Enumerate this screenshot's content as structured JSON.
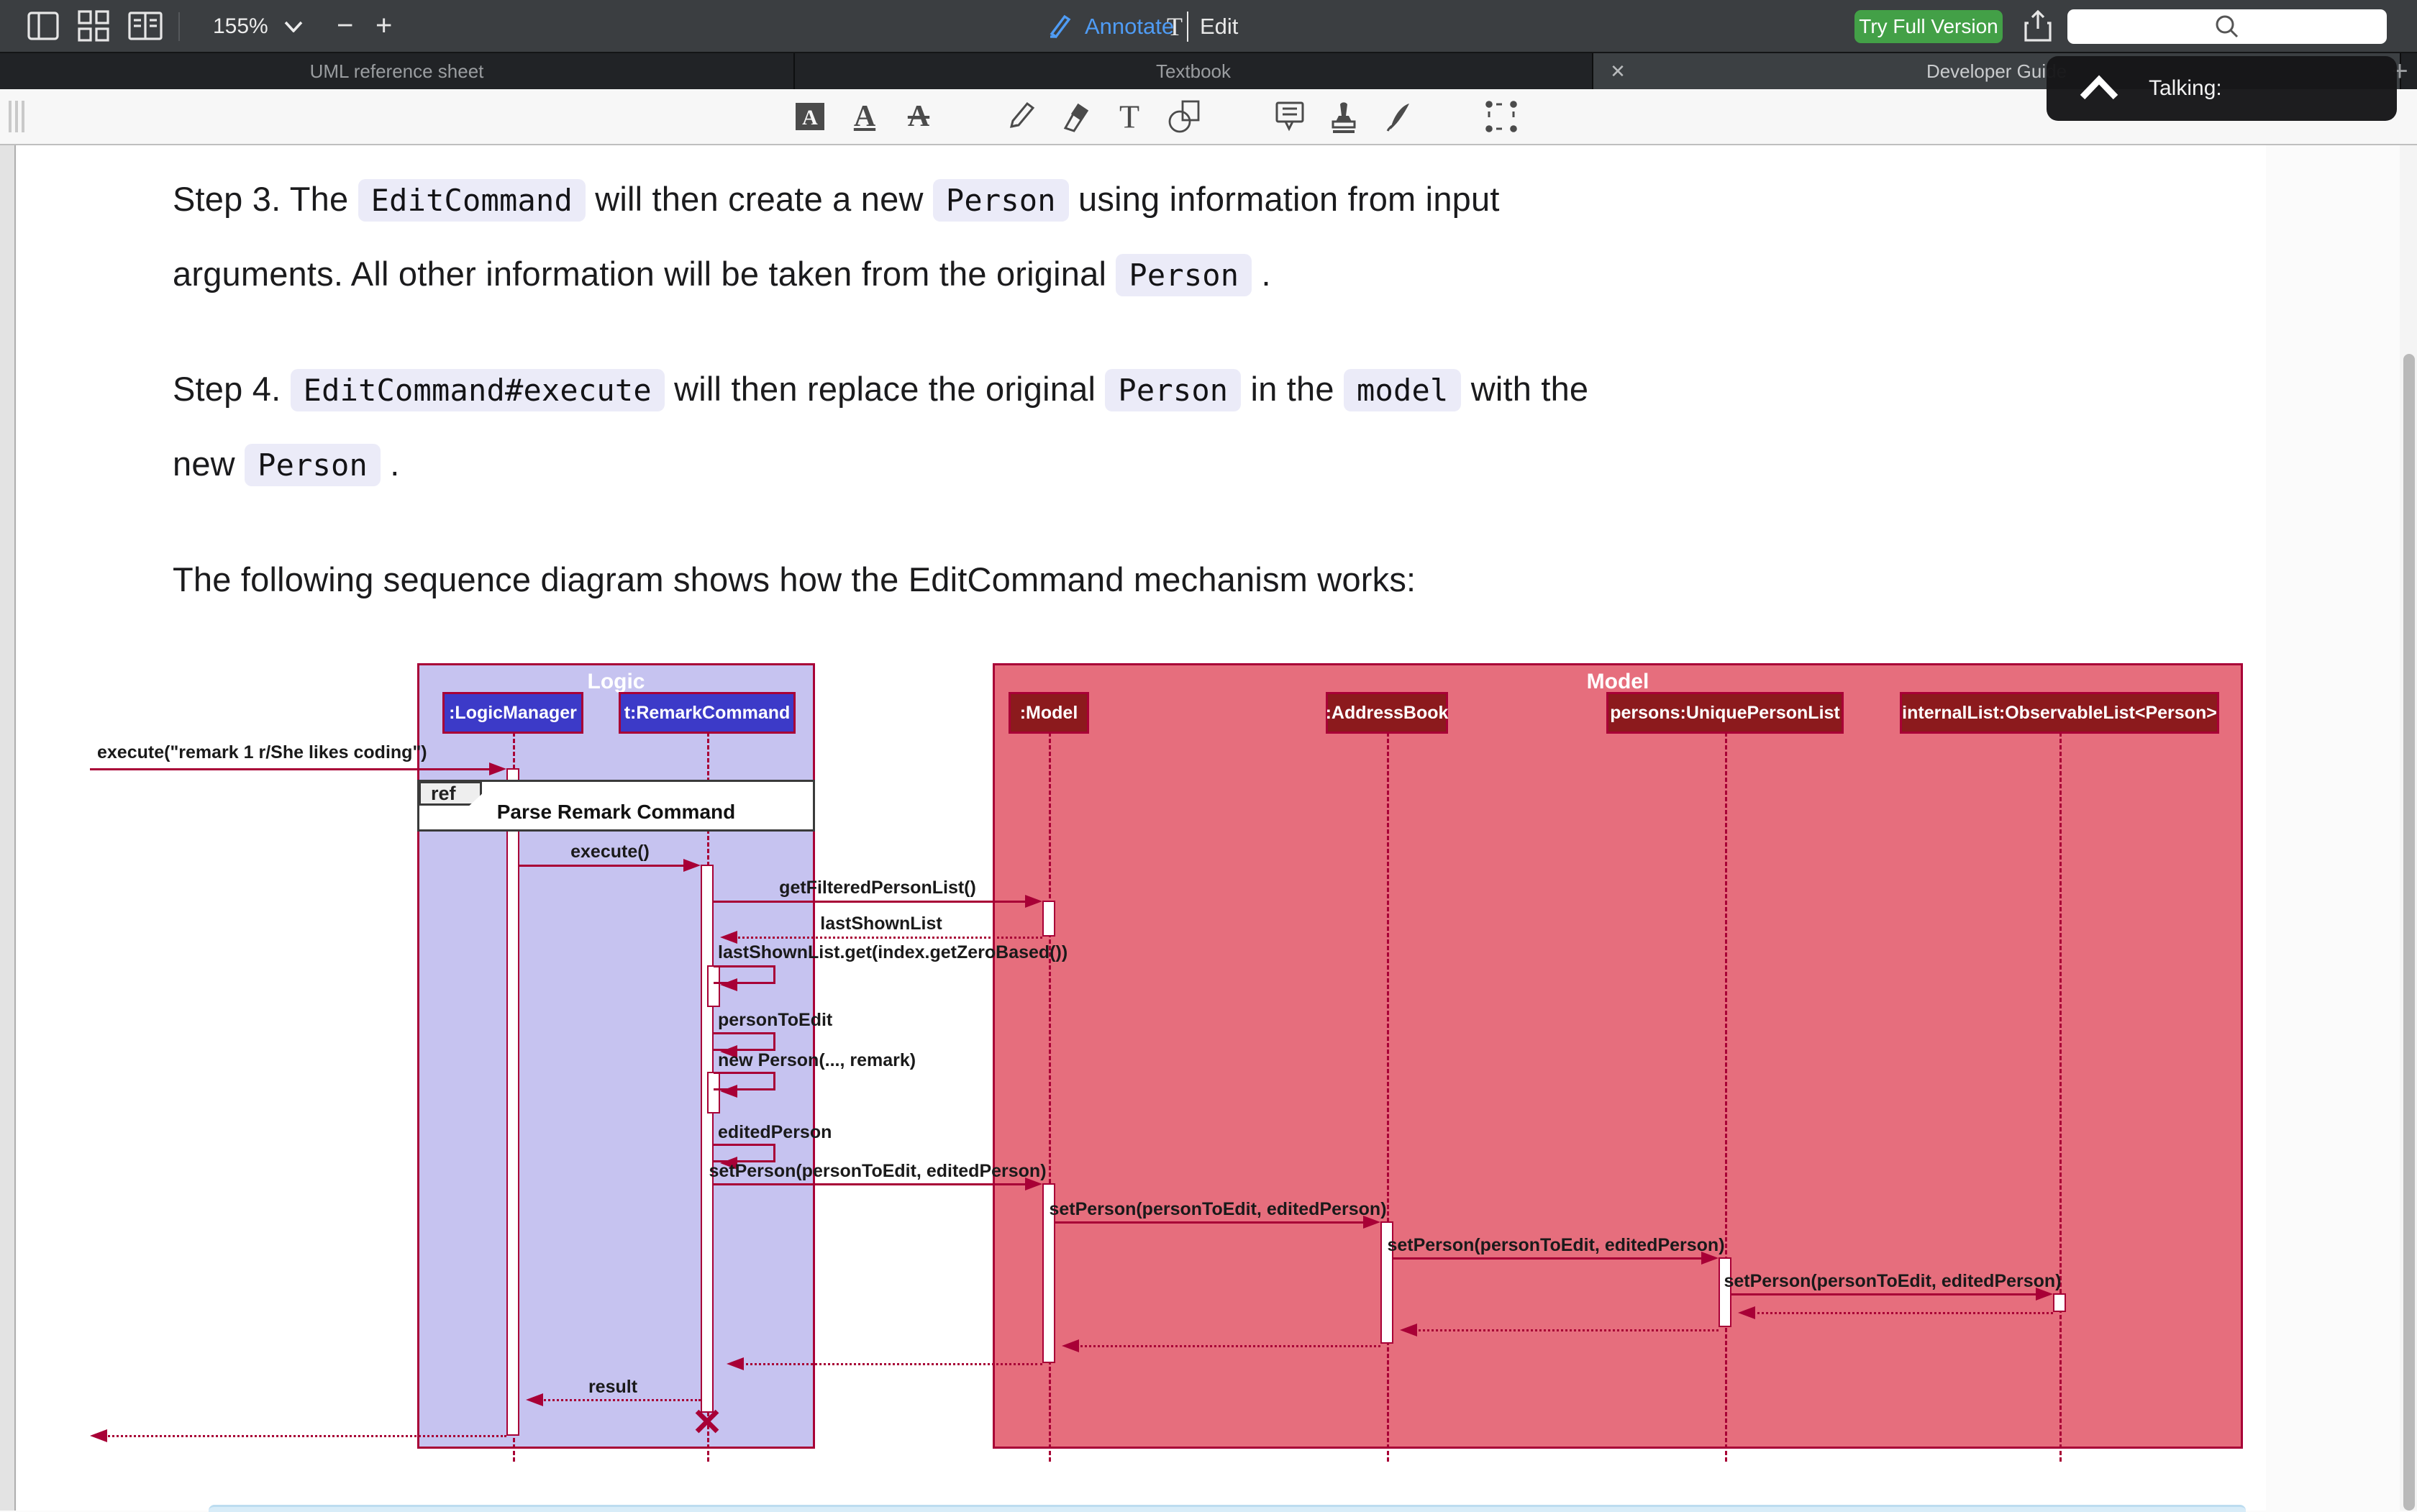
{
  "toolbar": {
    "zoom_level": "155%",
    "annotate_label": "Annotate",
    "edit_label": "Edit",
    "edit_glyph": "T",
    "try_full_version_label": "Try Full Version",
    "minus_glyph": "−",
    "plus_glyph": "+"
  },
  "tabs": [
    {
      "label": "UML reference sheet",
      "active": false
    },
    {
      "label": "Textbook",
      "active": false
    },
    {
      "label": "Developer Guide",
      "active": true
    }
  ],
  "tab_bar": {
    "close_glyph": "✕",
    "new_tab_glyph": "+"
  },
  "overlay": {
    "label": "Talking:"
  },
  "annotation_tools": [
    "highlight-text",
    "underline-text",
    "strikethrough-text",
    "pencil",
    "eraser",
    "text-box",
    "shapes",
    "note-comment",
    "stamp",
    "signature-pen",
    "selection"
  ],
  "document": {
    "paragraphs": [
      {
        "segments": [
          {
            "t": "text",
            "v": "Step 3. The "
          },
          {
            "t": "code",
            "v": "EditCommand"
          },
          {
            "t": "text",
            "v": " will then create a new "
          },
          {
            "t": "code",
            "v": "Person"
          },
          {
            "t": "text",
            "v": " using information from input"
          },
          {
            "t": "br"
          },
          {
            "t": "text",
            "v": "arguments. All other information will be taken from the original "
          },
          {
            "t": "code",
            "v": "Person"
          },
          {
            "t": "text",
            "v": " ."
          }
        ]
      },
      {
        "segments": [
          {
            "t": "text",
            "v": "Step 4. "
          },
          {
            "t": "code",
            "v": "EditCommand#execute"
          },
          {
            "t": "text",
            "v": " will then replace the original "
          },
          {
            "t": "code",
            "v": "Person"
          },
          {
            "t": "text",
            "v": " in the "
          },
          {
            "t": "code",
            "v": "model"
          },
          {
            "t": "text",
            "v": " with the"
          },
          {
            "t": "br"
          },
          {
            "t": "text",
            "v": "new "
          },
          {
            "t": "code",
            "v": "Person"
          },
          {
            "t": "text",
            "v": " ."
          }
        ]
      },
      {
        "segments": [
          {
            "t": "text",
            "v": "The following sequence diagram shows how the EditCommand mechanism works:"
          }
        ]
      }
    ]
  },
  "diagram": {
    "frames": [
      {
        "name": "Logic"
      },
      {
        "name": "Model"
      }
    ],
    "actors": [
      ":LogicManager",
      "t:RemarkCommand",
      ":Model",
      ":AddressBook",
      "persons:UniquePersonList",
      "internalList:ObservableList<Person>"
    ],
    "messages": {
      "user_execute": "execute(\"remark 1 r/She likes coding\")",
      "ref_keyword": "ref",
      "ref_title": "Parse Remark Command",
      "execute_self": "execute()",
      "get_filtered_person_list": "getFilteredPersonList()",
      "last_shown_list": "lastShownList",
      "last_shown_get": "lastShownList.get(index.getZeroBased())",
      "person_to_edit": "personToEdit",
      "new_person": "new Person(..., remark)",
      "edited_person": "editedPerson",
      "set_person": "setPerson(personToEdit, editedPerson)",
      "result": "result",
      "destroy_glyph": "✕"
    },
    "colors": {
      "accent": "#a80036",
      "logic_fill": "#c6c3f0",
      "model_fill": "#e66e7d",
      "logic_actor": "#3c3ac8",
      "model_actor": "#8c1a1d"
    }
  }
}
